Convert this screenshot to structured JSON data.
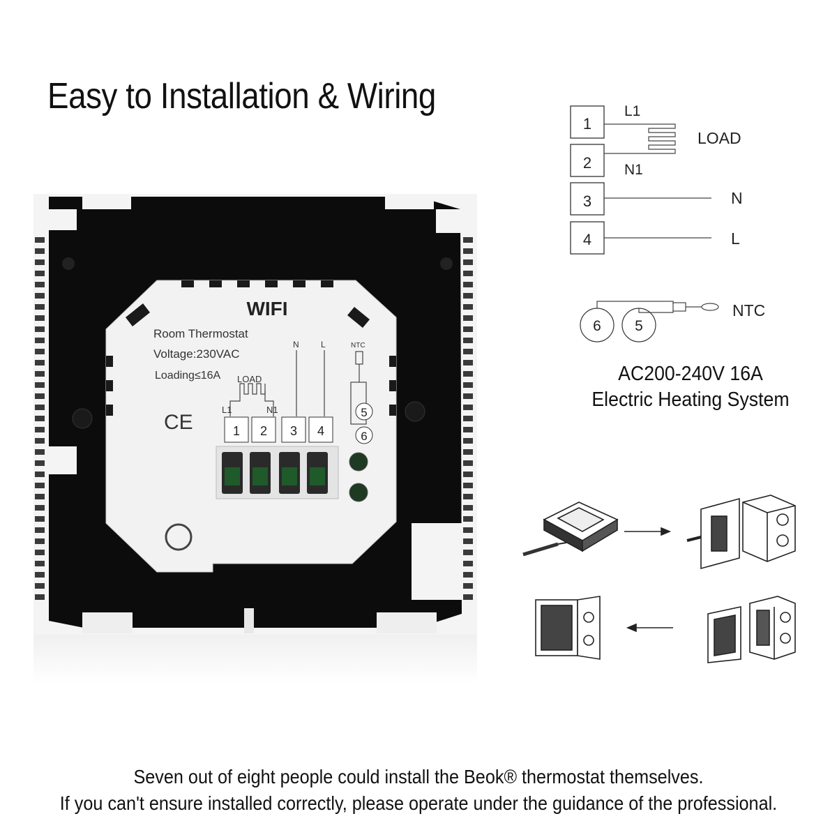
{
  "title": "Easy to Installation & Wiring",
  "device": {
    "brand_label": "WIFI",
    "model": "Room Thermostat",
    "voltage": "Voltage:230VAC",
    "loading": "Loading≤16A",
    "ce_mark": "CE",
    "load_label": "LOAD",
    "l1_label": "L1",
    "n1_label": "N1",
    "n_label": "N",
    "l_label": "L",
    "ntc_label": "NTC",
    "terminals": [
      "1",
      "2",
      "3",
      "4"
    ],
    "ntc_terminals": [
      "5",
      "6"
    ]
  },
  "wiring": {
    "terminals": [
      "1",
      "2",
      "3",
      "4"
    ],
    "l1": "L1",
    "n1": "N1",
    "load": "LOAD",
    "n": "N",
    "l": "L",
    "ntc_terminals": [
      "6",
      "5"
    ],
    "ntc": "NTC"
  },
  "spec": {
    "line1": "AC200-240V 16A",
    "line2": "Electric Heating System"
  },
  "caption": {
    "line1": "Seven out of eight people could install the Beok® thermostat themselves.",
    "line2": "If you can't ensure installed correctly, please operate under the guidance of the professional."
  }
}
